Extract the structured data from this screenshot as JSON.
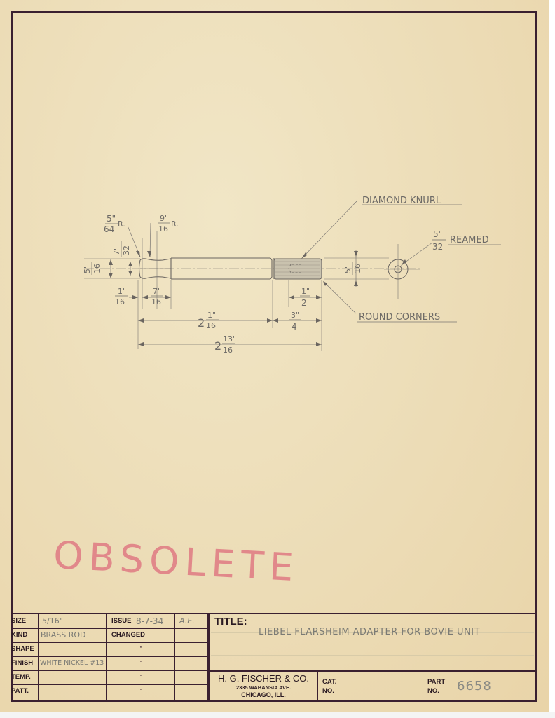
{
  "colors": {
    "paper": "#ecdcb6",
    "frame": "#3a2030",
    "pencil": "#6d6a66",
    "stamp": "#e07f86"
  },
  "stamp": {
    "text": "OBSOLETE"
  },
  "drawing": {
    "callouts": {
      "diamond_knurl": "DIAMOND KNURL",
      "reamed": "REAMED",
      "reamed_fraction": {
        "num": "5\"",
        "den": "32"
      },
      "round_corners": "ROUND CORNERS"
    },
    "dimensions": {
      "radius_small": {
        "num": "5\"",
        "den": "64",
        "suffix": "R."
      },
      "radius_large": {
        "num": "9\"",
        "den": "16",
        "suffix": "R."
      },
      "neck_diameter": {
        "num": "7\"",
        "den": "32"
      },
      "rod_diameter_left": {
        "num": "5\"",
        "den": "16"
      },
      "rod_diameter_right": {
        "num": "5\"",
        "den": "16"
      },
      "end_length": {
        "num": "1\"",
        "den": "16"
      },
      "neck_length": {
        "num": "7\"",
        "den": "16"
      },
      "knurl_length": {
        "num": "1\"",
        "den": "2"
      },
      "shank_length": {
        "whole": "2",
        "num": "1\"",
        "den": "16"
      },
      "tip_length": {
        "num": "3\"",
        "den": "4"
      },
      "overall_length": {
        "whole": "2",
        "num": "13\"",
        "den": "16"
      }
    }
  },
  "title_block": {
    "rows": [
      {
        "label": "SIZE",
        "value": "5/16\"",
        "change_label": "ISSUE",
        "change_value": "8-7-34",
        "initials": "A.E."
      },
      {
        "label": "KIND",
        "value": "BRASS ROD",
        "change_label": "CHANGED",
        "change_value": "",
        "initials": ""
      },
      {
        "label": "SHAPE",
        "value": "",
        "change_label": "\"",
        "change_value": "",
        "initials": ""
      },
      {
        "label": "FINISH",
        "value": "WHITE NICKEL #13",
        "change_label": "\"",
        "change_value": "",
        "initials": ""
      },
      {
        "label": "TEMP.",
        "value": "",
        "change_label": "\"",
        "change_value": "",
        "initials": ""
      },
      {
        "label": "PATT.",
        "value": "",
        "change_label": "\"",
        "change_value": "",
        "initials": ""
      }
    ],
    "title_label": "TITLE:",
    "title_value": "LIEBEL FLARSHEIM ADAPTER FOR BOVIE UNIT",
    "company": {
      "name": "H. G. FISCHER & CO.",
      "address": "2335 WABANSIA AVE.",
      "city": "CHICAGO, ILL."
    },
    "cat_no_label_1": "CAT.",
    "cat_no_label_2": "NO.",
    "cat_no_value": "",
    "part_no_label_1": "PART",
    "part_no_label_2": "NO.",
    "part_no_value": "6658"
  }
}
